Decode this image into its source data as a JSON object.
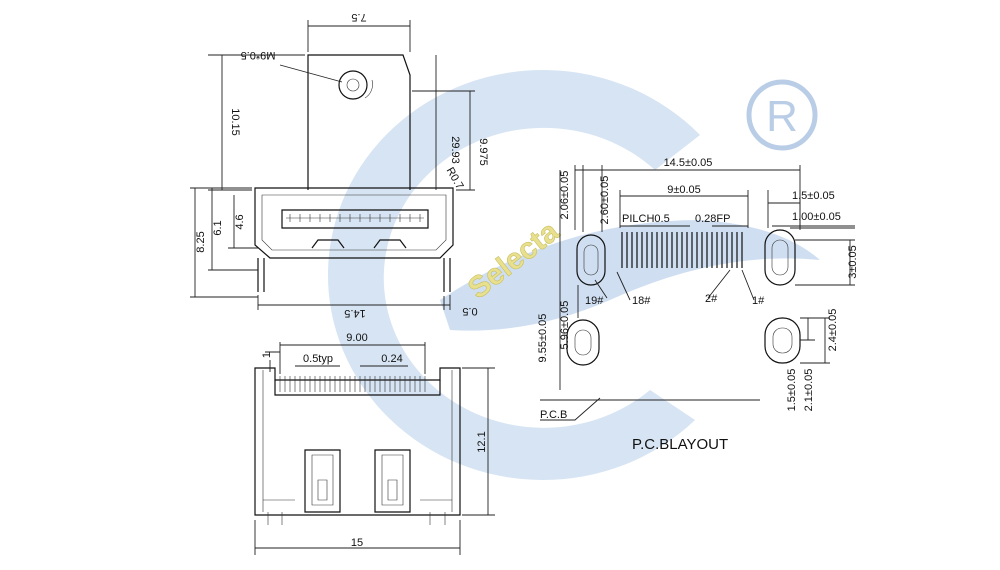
{
  "watermark": {
    "brand_text": "Selecta",
    "registered_mark": "R",
    "colors": {
      "ring": "#cbdcf0",
      "registered": "#b8cde8",
      "brand_yellow": "#f0e68c"
    }
  },
  "dimensions": {
    "top_view": {
      "tab_width": "7.5",
      "hole": "M9*0.5",
      "tab_height": "10.15",
      "total_height": "29.93",
      "upper_height": "9.975",
      "radius": "R0.7",
      "h1": "4.6",
      "h2": "6.1",
      "h3": "8.25",
      "width": "14.5",
      "offset": "0.5"
    },
    "front_view": {
      "pins_span": "9.00",
      "pitch": "0.5typ",
      "pin_width": "0.24",
      "top_offset": "1",
      "height": "12.1",
      "width": "15"
    },
    "pcb_layout": {
      "overall_width": "14.5±0.05",
      "inner_width": "9±0.05",
      "pitch_label": "PILCH0.5",
      "fp_width": "0.28FP",
      "slot_w1": "1.5±0.05",
      "slot_w2": "1.00±0.05",
      "slot_h": "3±0.05",
      "v1": "2.06±0.05",
      "v2": "2.60±0.05",
      "v3": "5.96±0.05",
      "v4": "9.55±0.05",
      "slot2_h": "2.4±0.05",
      "slot2_w1": "1.5±0.05",
      "slot2_w2": "2.1±0.05",
      "pin19": "19#",
      "pin18": "18#",
      "pin2": "2#",
      "pin1": "1#",
      "pcb_label": "P.C.B",
      "title": "P.C.BLAYOUT"
    }
  }
}
